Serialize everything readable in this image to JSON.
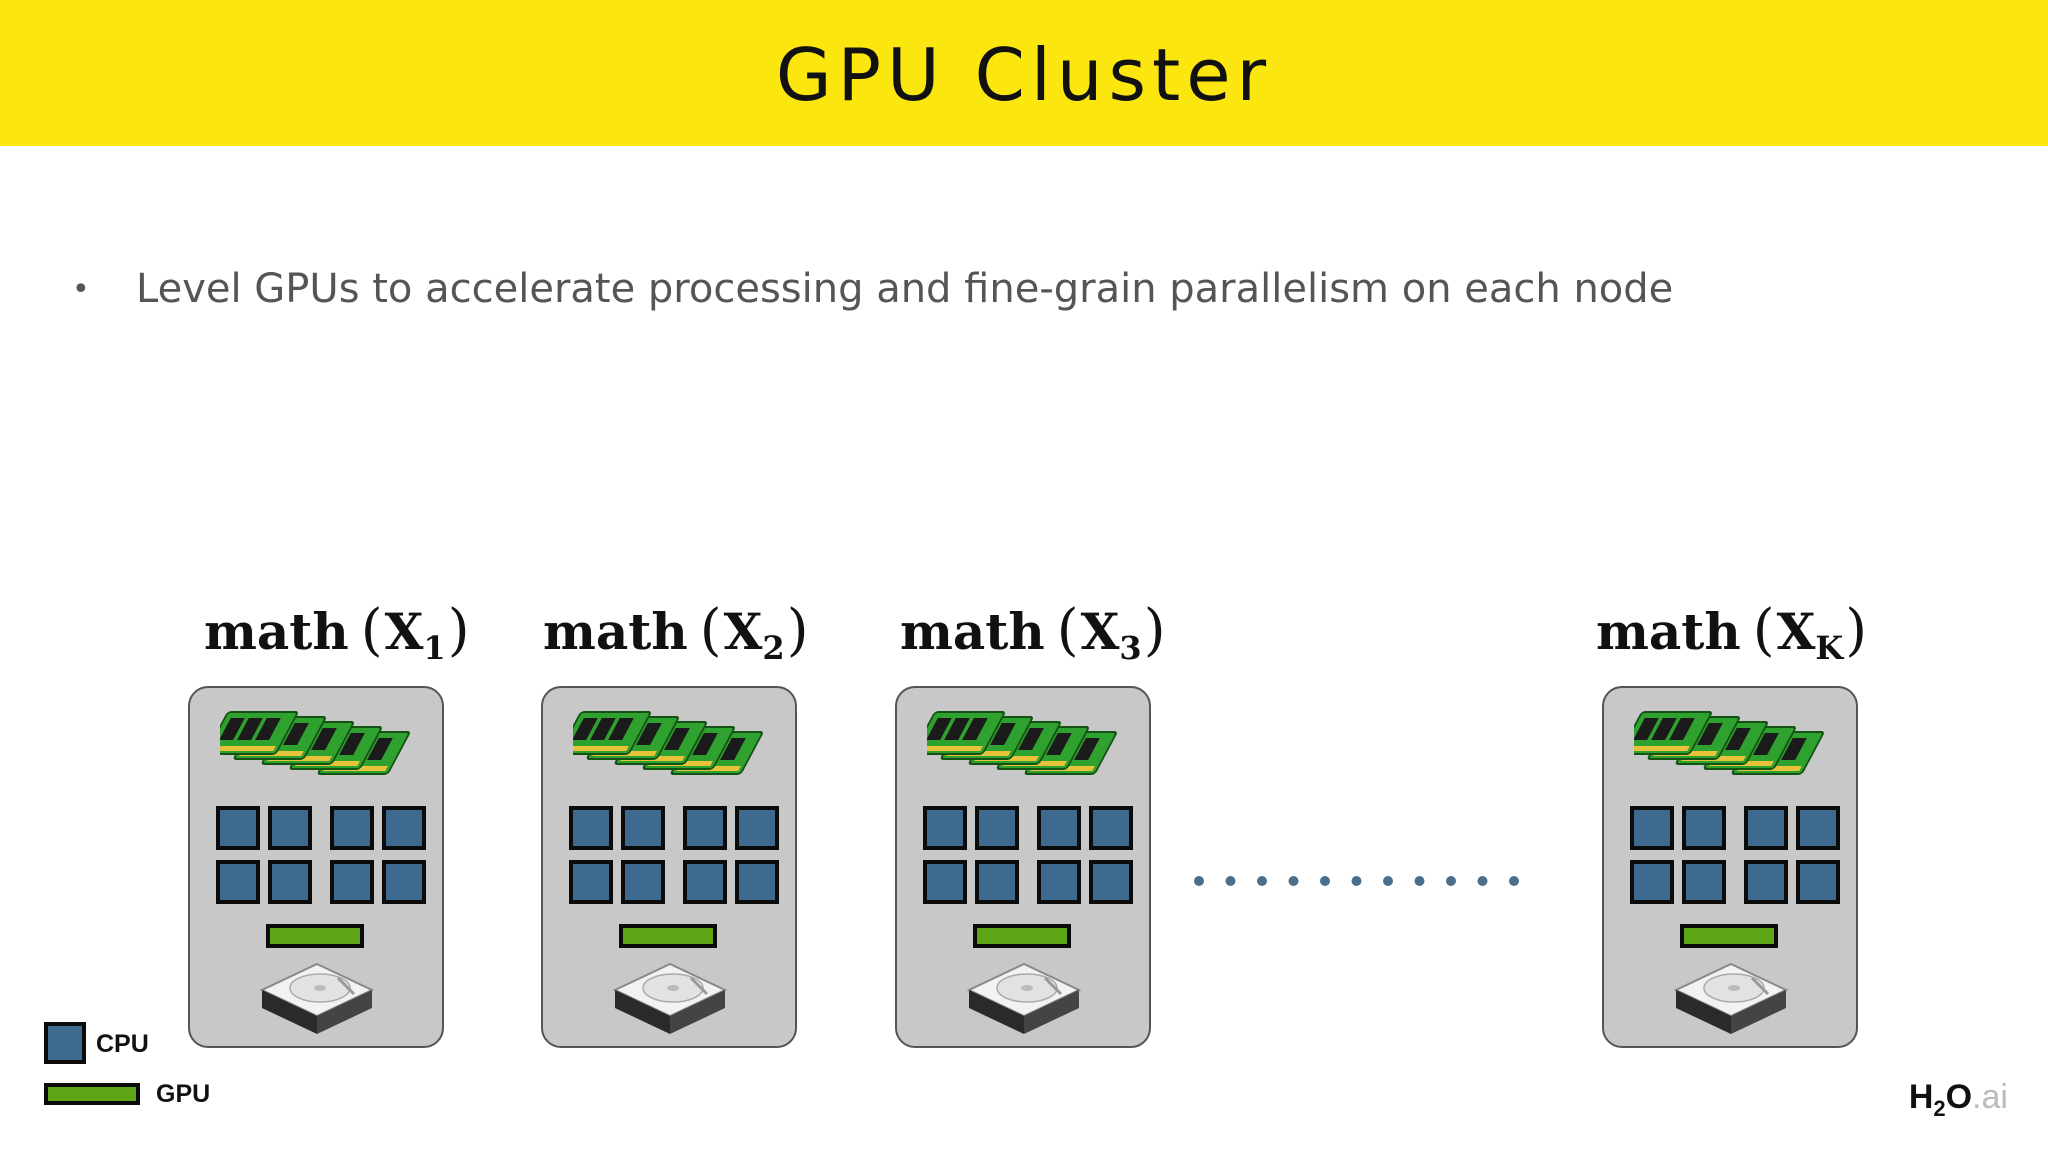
{
  "header": {
    "title": "GPU Cluster"
  },
  "content": {
    "bullet_symbol": "•",
    "bullet_text": "Level GPUs to accelerate processing and fine-grain parallelism on each node"
  },
  "nodes": [
    {
      "label_fn": "math",
      "label_var": "X",
      "label_sub": "1"
    },
    {
      "label_fn": "math",
      "label_var": "X",
      "label_sub": "2"
    },
    {
      "label_fn": "math",
      "label_var": "X",
      "label_sub": "3"
    },
    {
      "label_fn": "math",
      "label_var": "X",
      "label_sub": "K"
    }
  ],
  "node_contents": {
    "cpus_per_node": 8,
    "gpus_per_node": 1,
    "ram_modules_per_node": 5
  },
  "legend": {
    "cpu_label": "CPU",
    "gpu_label": "GPU"
  },
  "colors": {
    "header_bg": "#fbe60f",
    "cpu": "#3e6a90",
    "gpu": "#5ea518",
    "node_bg": "#c8c8c8",
    "ellipsis_dots": "#4a6f8c"
  },
  "brand": {
    "part1": "H",
    "sub": "2",
    "part2": "O",
    "part3": ".ai"
  }
}
